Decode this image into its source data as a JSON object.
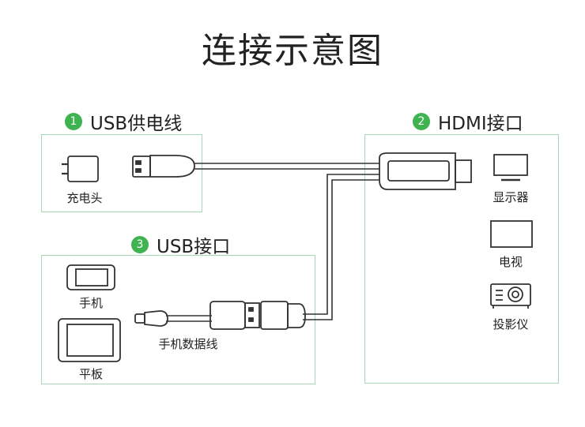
{
  "title": "连接示意图",
  "sections": [
    {
      "number": "1",
      "label": "USB供电线"
    },
    {
      "number": "2",
      "label": "HDMI接口"
    },
    {
      "number": "3",
      "label": "USB接口"
    }
  ],
  "devices": {
    "charger": "充电头",
    "phone": "手机",
    "tablet": "平板",
    "data_cable": "手机数据线",
    "monitor": "显示器",
    "tv": "电视",
    "projector": "投影仪"
  },
  "colors": {
    "accent": "#3fb34f",
    "panel_border": "#a8d7b6",
    "line": "#333333"
  }
}
